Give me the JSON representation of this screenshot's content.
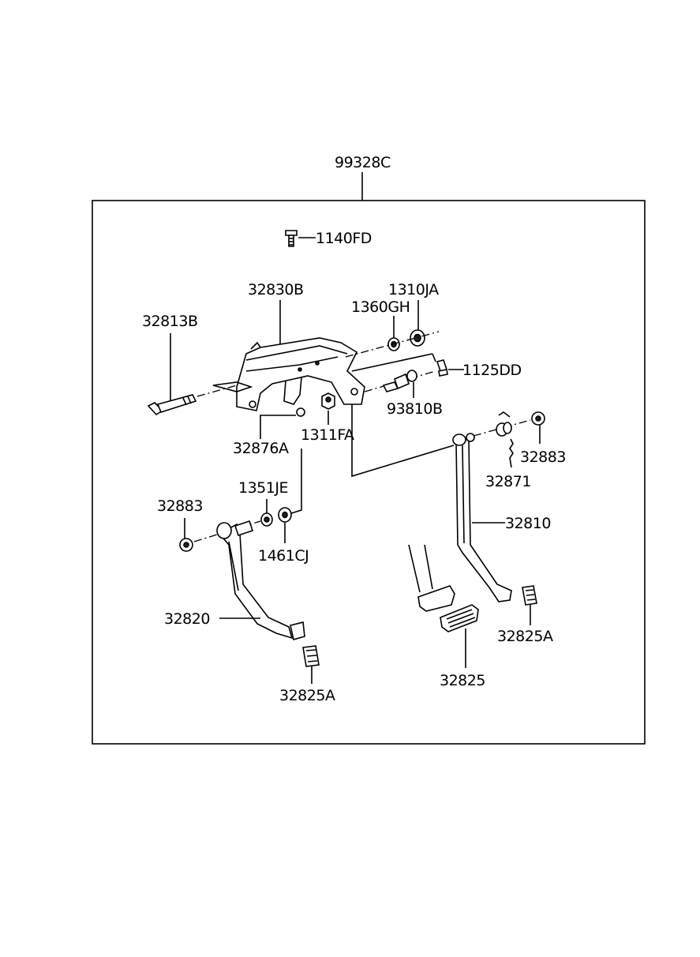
{
  "labels": {
    "assembly": "99328C",
    "p1140FD": "1140FD",
    "p32830B": "32830B",
    "p1310JA": "1310JA",
    "p1360GH": "1360GH",
    "p32813B": "32813B",
    "p1125DD": "1125DD",
    "p93810B": "93810B",
    "p32876A": "32876A",
    "p1311FA": "1311FA",
    "p32883_right": "32883",
    "p32871": "32871",
    "p1351JE": "1351JE",
    "p32883_left": "32883",
    "p32810": "32810",
    "p1461CJ": "1461CJ",
    "p32820": "32820",
    "p32825A_right": "32825A",
    "p32825": "32825",
    "p32825A_left": "32825A"
  }
}
